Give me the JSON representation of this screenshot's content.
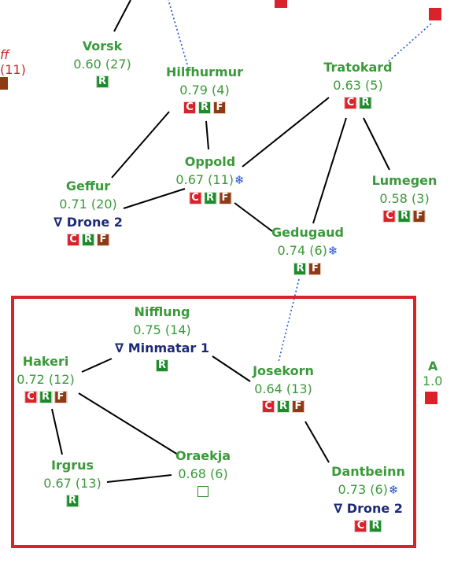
{
  "systems": [
    {
      "key": "vorsk",
      "name": "Vorsk",
      "stats": "0.60 (27)",
      "services": [
        "R"
      ]
    },
    {
      "key": "hilfhurmur",
      "name": "Hilfhurmur",
      "stats": "0.79 (4)",
      "services": [
        "C",
        "R",
        "F"
      ]
    },
    {
      "key": "tratokard",
      "name": "Tratokard",
      "stats": "0.63 (5)",
      "services": [
        "C",
        "R"
      ]
    },
    {
      "key": "geffur",
      "name": "Geffur",
      "stats": "0.71 (20)",
      "sov": "∇ Drone 2",
      "services": [
        "C",
        "R",
        "F"
      ]
    },
    {
      "key": "oppold",
      "name": "Oppold",
      "stats": "0.67 (11)",
      "snowflake": true,
      "services": [
        "C",
        "R",
        "F"
      ]
    },
    {
      "key": "lumegen",
      "name": "Lumegen",
      "stats": "0.58 (3)",
      "services": [
        "C",
        "R",
        "F"
      ]
    },
    {
      "key": "gedugaud",
      "name": "Gedugaud",
      "stats": "0.74 (6)",
      "snowflake": true,
      "services": [
        "R",
        "F"
      ]
    },
    {
      "key": "nifflung",
      "name": "Nifflung",
      "stats": "0.75 (14)",
      "sov": "∇ Minmatar 1",
      "services": [
        "R"
      ]
    },
    {
      "key": "hakeri",
      "name": "Hakeri",
      "stats": "0.72 (12)",
      "services": [
        "C",
        "R",
        "F"
      ]
    },
    {
      "key": "josekorn",
      "name": "Josekorn",
      "stats": "0.64 (13)",
      "services": [
        "C",
        "R",
        "F"
      ]
    },
    {
      "key": "irgrus",
      "name": "Irgrus",
      "stats": "0.67 (13)",
      "services": [
        "R"
      ]
    },
    {
      "key": "oraekja",
      "name": "Oraekja",
      "stats": "0.68 (6)",
      "services": [],
      "empty_station": true
    },
    {
      "key": "dantbeinn",
      "name": "Dantbeinn",
      "stats": "0.73 (6)",
      "snowflake": true,
      "sov": "∇ Drone 2",
      "services": [
        "C",
        "R"
      ]
    }
  ],
  "connections": [
    {
      "from": "vorsk",
      "to": "north-offmap",
      "type": "regular"
    },
    {
      "from": "hilfhurmur",
      "to": "north-offmap",
      "type": "region-jump"
    },
    {
      "from": "tratokard",
      "to": "northeast-offmap",
      "type": "region-jump"
    },
    {
      "from": "hilfhurmur",
      "to": "geffur",
      "type": "regular"
    },
    {
      "from": "hilfhurmur",
      "to": "oppold",
      "type": "regular"
    },
    {
      "from": "tratokard",
      "to": "oppold",
      "type": "regular"
    },
    {
      "from": "tratokard",
      "to": "gedugaud",
      "type": "regular"
    },
    {
      "from": "tratokard",
      "to": "lumegen",
      "type": "regular"
    },
    {
      "from": "geffur",
      "to": "oppold",
      "type": "regular"
    },
    {
      "from": "oppold",
      "to": "gedugaud",
      "type": "regular"
    },
    {
      "from": "gedugaud",
      "to": "josekorn",
      "type": "region-jump"
    },
    {
      "from": "hakeri",
      "to": "nifflung",
      "type": "regular"
    },
    {
      "from": "nifflung",
      "to": "josekorn",
      "type": "regular"
    },
    {
      "from": "hakeri",
      "to": "irgrus",
      "type": "regular"
    },
    {
      "from": "hakeri",
      "to": "oraekja",
      "type": "regular"
    },
    {
      "from": "irgrus",
      "to": "oraekja",
      "type": "regular"
    },
    {
      "from": "josekorn",
      "to": "dantbeinn",
      "type": "regular"
    }
  ],
  "fragments": {
    "left_name": "ff",
    "left_stats": "(11)",
    "right_name": "A",
    "right_stats": "1.0"
  },
  "colors": {
    "system_text": "#3a9a3a",
    "sov_text": "#1c2a78",
    "regular_link": "#000000",
    "region_link": "#2255dd",
    "region_box": "#d9222a",
    "service_c": "#d9222a",
    "service_r": "#1e8a2b",
    "service_f": "#8e3a14",
    "snowflake": "#2250d0"
  },
  "icons": {
    "snowflake": "snowflake-icon",
    "empty_station": "empty-station-icon",
    "service_badge": "service-badge-icon"
  }
}
